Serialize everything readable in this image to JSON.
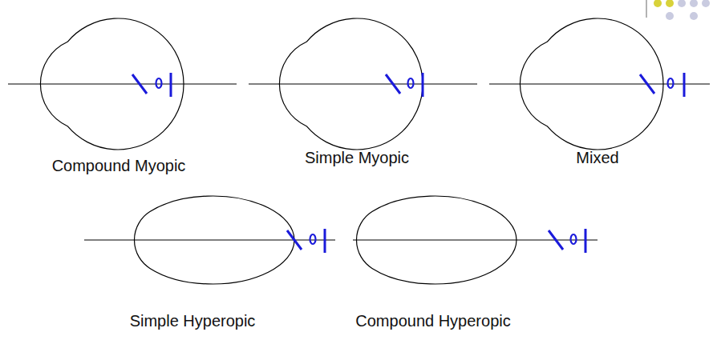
{
  "diagram": {
    "labels": [
      "Compound Myopic",
      "Simple Myopic",
      "Mixed",
      "Simple Hyperopic",
      "Compound Hyperopic"
    ]
  }
}
